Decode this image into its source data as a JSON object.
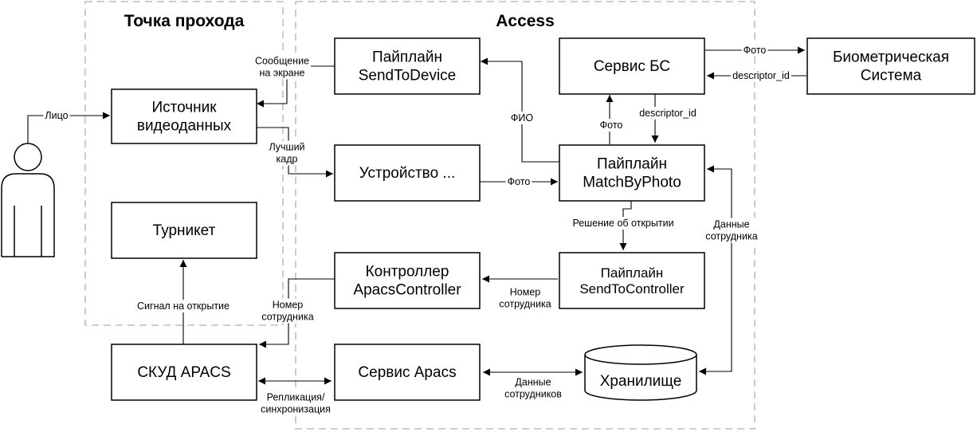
{
  "zones": {
    "entry_point": "Точка прохода",
    "access": "Access"
  },
  "nodes": {
    "video_source": [
      "Источник",
      "видеоданных"
    ],
    "turnstile": [
      "Турникет"
    ],
    "skud": [
      "СКУД APACS"
    ],
    "send_to_device": [
      "Пайплайн",
      "SendToDevice"
    ],
    "device": [
      "Устройство ..."
    ],
    "apacs_controller": [
      "Контроллер",
      "ApacsController"
    ],
    "apacs_service": [
      "Сервис Apacs"
    ],
    "bs_service": [
      "Сервис БС"
    ],
    "match_by_photo": [
      "Пайплайн",
      "MatchByPhoto"
    ],
    "send_to_controller": [
      "Пайплайн",
      "SendToController"
    ],
    "storage": [
      "Хранилище"
    ],
    "biometric_system": [
      "Биометрическая",
      "Система"
    ]
  },
  "edges": {
    "face": [
      "Лицо"
    ],
    "screen_message": [
      "Сообщение",
      "на экране"
    ],
    "best_frame": [
      "Лучший",
      "кадр"
    ],
    "fio": [
      "ФИО"
    ],
    "photo_device_match": [
      "Фото"
    ],
    "photo_match_bs": [
      "Фото"
    ],
    "descriptor_bs_match": [
      "descriptor_id"
    ],
    "photo_bs_biometric": [
      "Фото"
    ],
    "descriptor_biometric_bs": [
      "descriptor_id"
    ],
    "open_decision": [
      "Решение об открытии"
    ],
    "employee_data": [
      "Данные",
      "сотрудника"
    ],
    "employee_number_controller": [
      "Номер",
      "сотрудника"
    ],
    "employee_number_skud": [
      "Номер",
      "сотрудника"
    ],
    "open_signal": [
      "Сигнал на открытие"
    ],
    "replication": [
      "Репликация/",
      "синхронизация"
    ],
    "employees_data": [
      "Данные",
      "сотрудников"
    ]
  }
}
